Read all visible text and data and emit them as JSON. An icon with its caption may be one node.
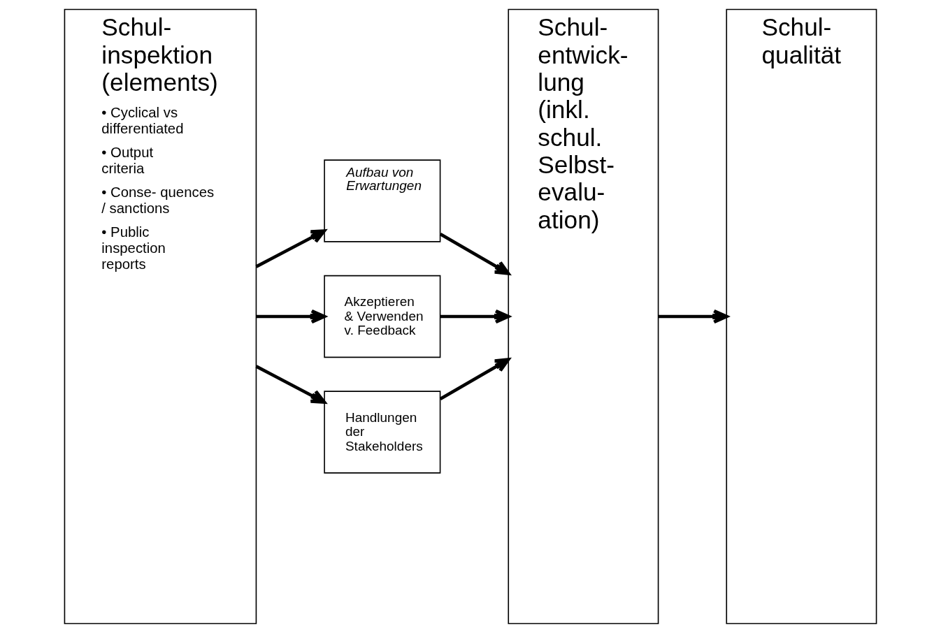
{
  "diagram": {
    "nodes": [
      {
        "text": [
          "Schul- inspektion (elements)",
          "• Cyclical vs differentiated",
          "• Output criteria",
          "• Conse- quences / sanctions",
          "• Public inspection reports"
        ]
      },
      {
        "text": [
          "Aufbau von Erwartungen"
        ]
      },
      {
        "text": [
          "Akzeptieren & Verwenden v. Feedback"
        ]
      },
      {
        "text": [
          "Handlungen der Stakeholders"
        ]
      },
      {
        "text": [
          "Schul- entwick- lung (inkl. schul. Selbst- evalu- ation)"
        ]
      },
      {
        "text": [
          "Schul- qualität"
        ]
      }
    ],
    "edges": [
      {
        "from": 0,
        "to": 1,
        "arrow": "to"
      },
      {
        "from": 0,
        "to": 2,
        "arrow": "to"
      },
      {
        "from": 0,
        "to": 3,
        "arrow": "to"
      },
      {
        "from": 1,
        "to": 4,
        "arrow": "to"
      },
      {
        "from": 2,
        "to": 4,
        "arrow": "to"
      },
      {
        "from": 3,
        "to": 4,
        "arrow": "to"
      },
      {
        "from": 4,
        "to": 5,
        "arrow": "to"
      }
    ]
  }
}
